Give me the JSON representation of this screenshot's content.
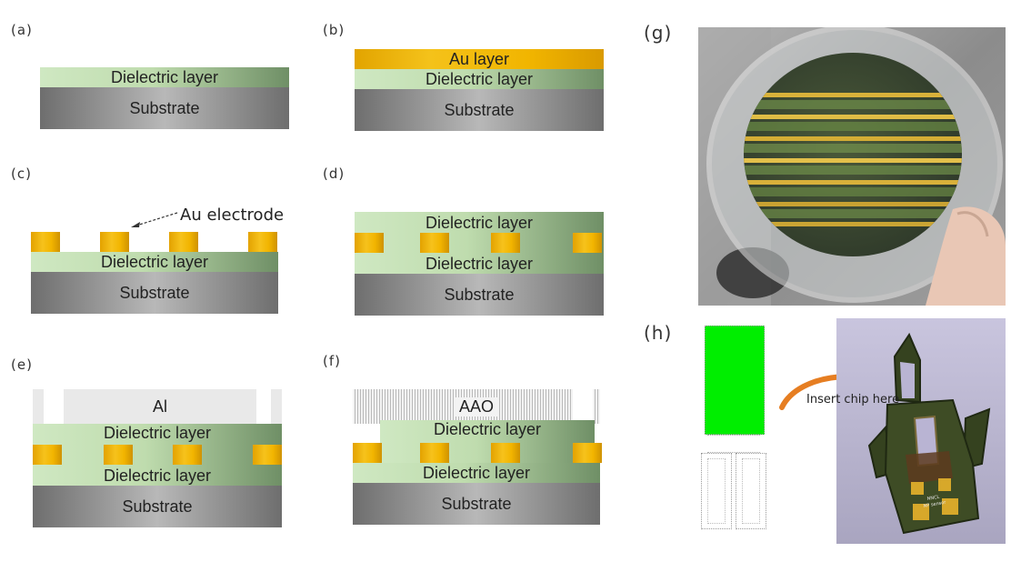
{
  "panels": {
    "a": {
      "label": "(a)",
      "dielectric": "Dielectric layer",
      "substrate": "Substrate"
    },
    "b": {
      "label": "(b)",
      "au": "Au layer",
      "dielectric": "Dielectric layer",
      "substrate": "Substrate"
    },
    "c": {
      "label": "(c)",
      "callout": "Au electrode",
      "dielectric": "Dielectric layer",
      "substrate": "Substrate"
    },
    "d": {
      "label": "(d)",
      "dielectric_top": "Dielectric layer",
      "dielectric_bottom": "Dielectric layer",
      "substrate": "Substrate"
    },
    "e": {
      "label": "(e)",
      "al": "Al",
      "dielectric_top": "Dielectric layer",
      "dielectric_bottom": "Dielectric layer",
      "substrate": "Substrate"
    },
    "f": {
      "label": "(f)",
      "aao": "AAO",
      "dielectric_top": "Dielectric layer",
      "dielectric_bottom": "Dielectric layer",
      "substrate": "Substrate"
    },
    "g": {
      "label": "(g)"
    },
    "h": {
      "label": "(h)",
      "arrow_text": "Insert chip here"
    }
  },
  "colors": {
    "substrate": "#9a9a9a",
    "dielectric": "#bfdcae",
    "au": "#f2b800",
    "chip_green": "#00ee00"
  }
}
